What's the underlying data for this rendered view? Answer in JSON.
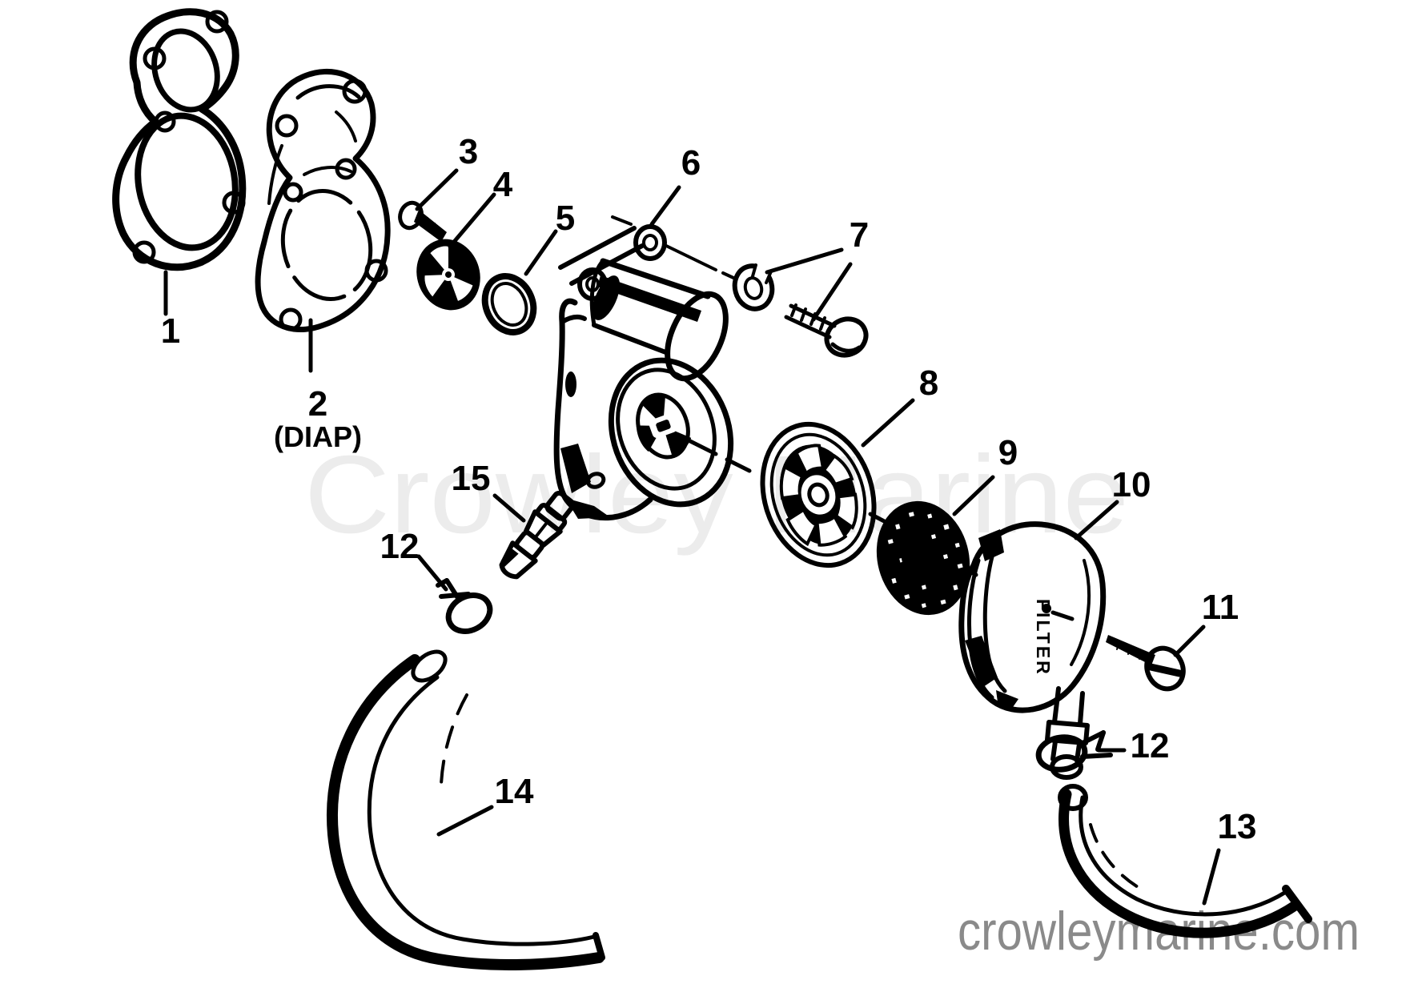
{
  "canvas": {
    "background": "#ffffff",
    "ink": "#000000"
  },
  "watermarks": {
    "center": {
      "text": "Crowley Marine",
      "color": "#ececec"
    },
    "footer": {
      "text": "crowleymarine.com",
      "color": "#8a8a8a"
    }
  },
  "callouts": {
    "p1": {
      "label": "1"
    },
    "p2": {
      "label": "2"
    },
    "p2_note": {
      "label": "(DIAP)"
    },
    "p3": {
      "label": "3"
    },
    "p4": {
      "label": "4"
    },
    "p5": {
      "label": "5"
    },
    "p6": {
      "label": "6"
    },
    "p7": {
      "label": "7"
    },
    "p8": {
      "label": "8"
    },
    "p9": {
      "label": "9"
    },
    "p10": {
      "label": "10"
    },
    "p11": {
      "label": "11"
    },
    "p12_left": {
      "label": "12"
    },
    "p12_right": {
      "label": "12"
    },
    "p13": {
      "label": "13"
    },
    "p14": {
      "label": "14"
    },
    "p15": {
      "label": "15"
    }
  },
  "part_markings": {
    "filter_cup": "FILTER"
  }
}
